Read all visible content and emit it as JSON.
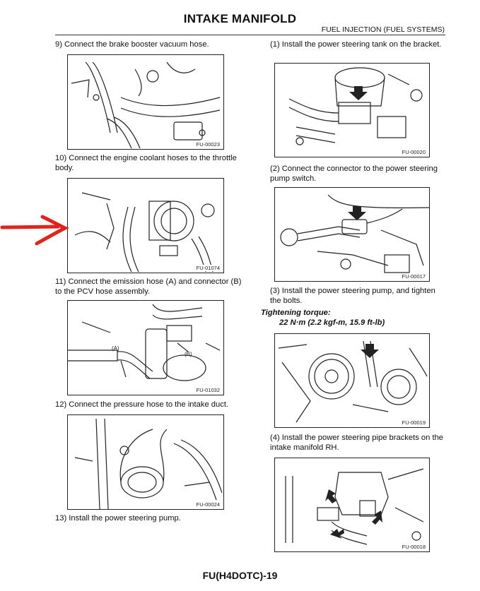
{
  "header": {
    "title": "INTAKE MANIFOLD",
    "section": "FUEL INJECTION (FUEL SYSTEMS)"
  },
  "left_steps": [
    {
      "text": "9) Connect the brake booster vacuum hose.",
      "figure": "FU-00023"
    },
    {
      "text": "10) Connect the engine coolant hoses to the throttle body.",
      "figure": "FU-01074"
    },
    {
      "text": "11) Connect the emission hose (A) and connector (B) to the PCV hose assembly.",
      "figure": "FU-01032",
      "labels": [
        "(A)",
        "(B)"
      ]
    },
    {
      "text": "12) Connect the pressure hose to the intake duct.",
      "figure": "FU-00024"
    },
    {
      "text": "13) Install the power steering pump."
    }
  ],
  "right_steps": [
    {
      "text": "(1) Install the power steering tank on the bracket.",
      "figure": "FU-00020"
    },
    {
      "text": "(2) Connect the connector to the power steering pump switch.",
      "figure": "FU-00017"
    },
    {
      "text": "(3) Install the power steering pump, and tighten the bolts."
    },
    {
      "text": "(4) Install the power steering pipe brackets on the intake manifold RH.",
      "figure": "FU-00018"
    }
  ],
  "torque": {
    "heading": "Tightening torque:",
    "value": "22 N·m (2.2 kgf-m, 15.9 ft-lb)",
    "figure": "FU-00019"
  },
  "footer": "FU(H4DOTC)-19",
  "colors": {
    "annotation_arrow": "#e3231b",
    "line_art": "#222222"
  }
}
